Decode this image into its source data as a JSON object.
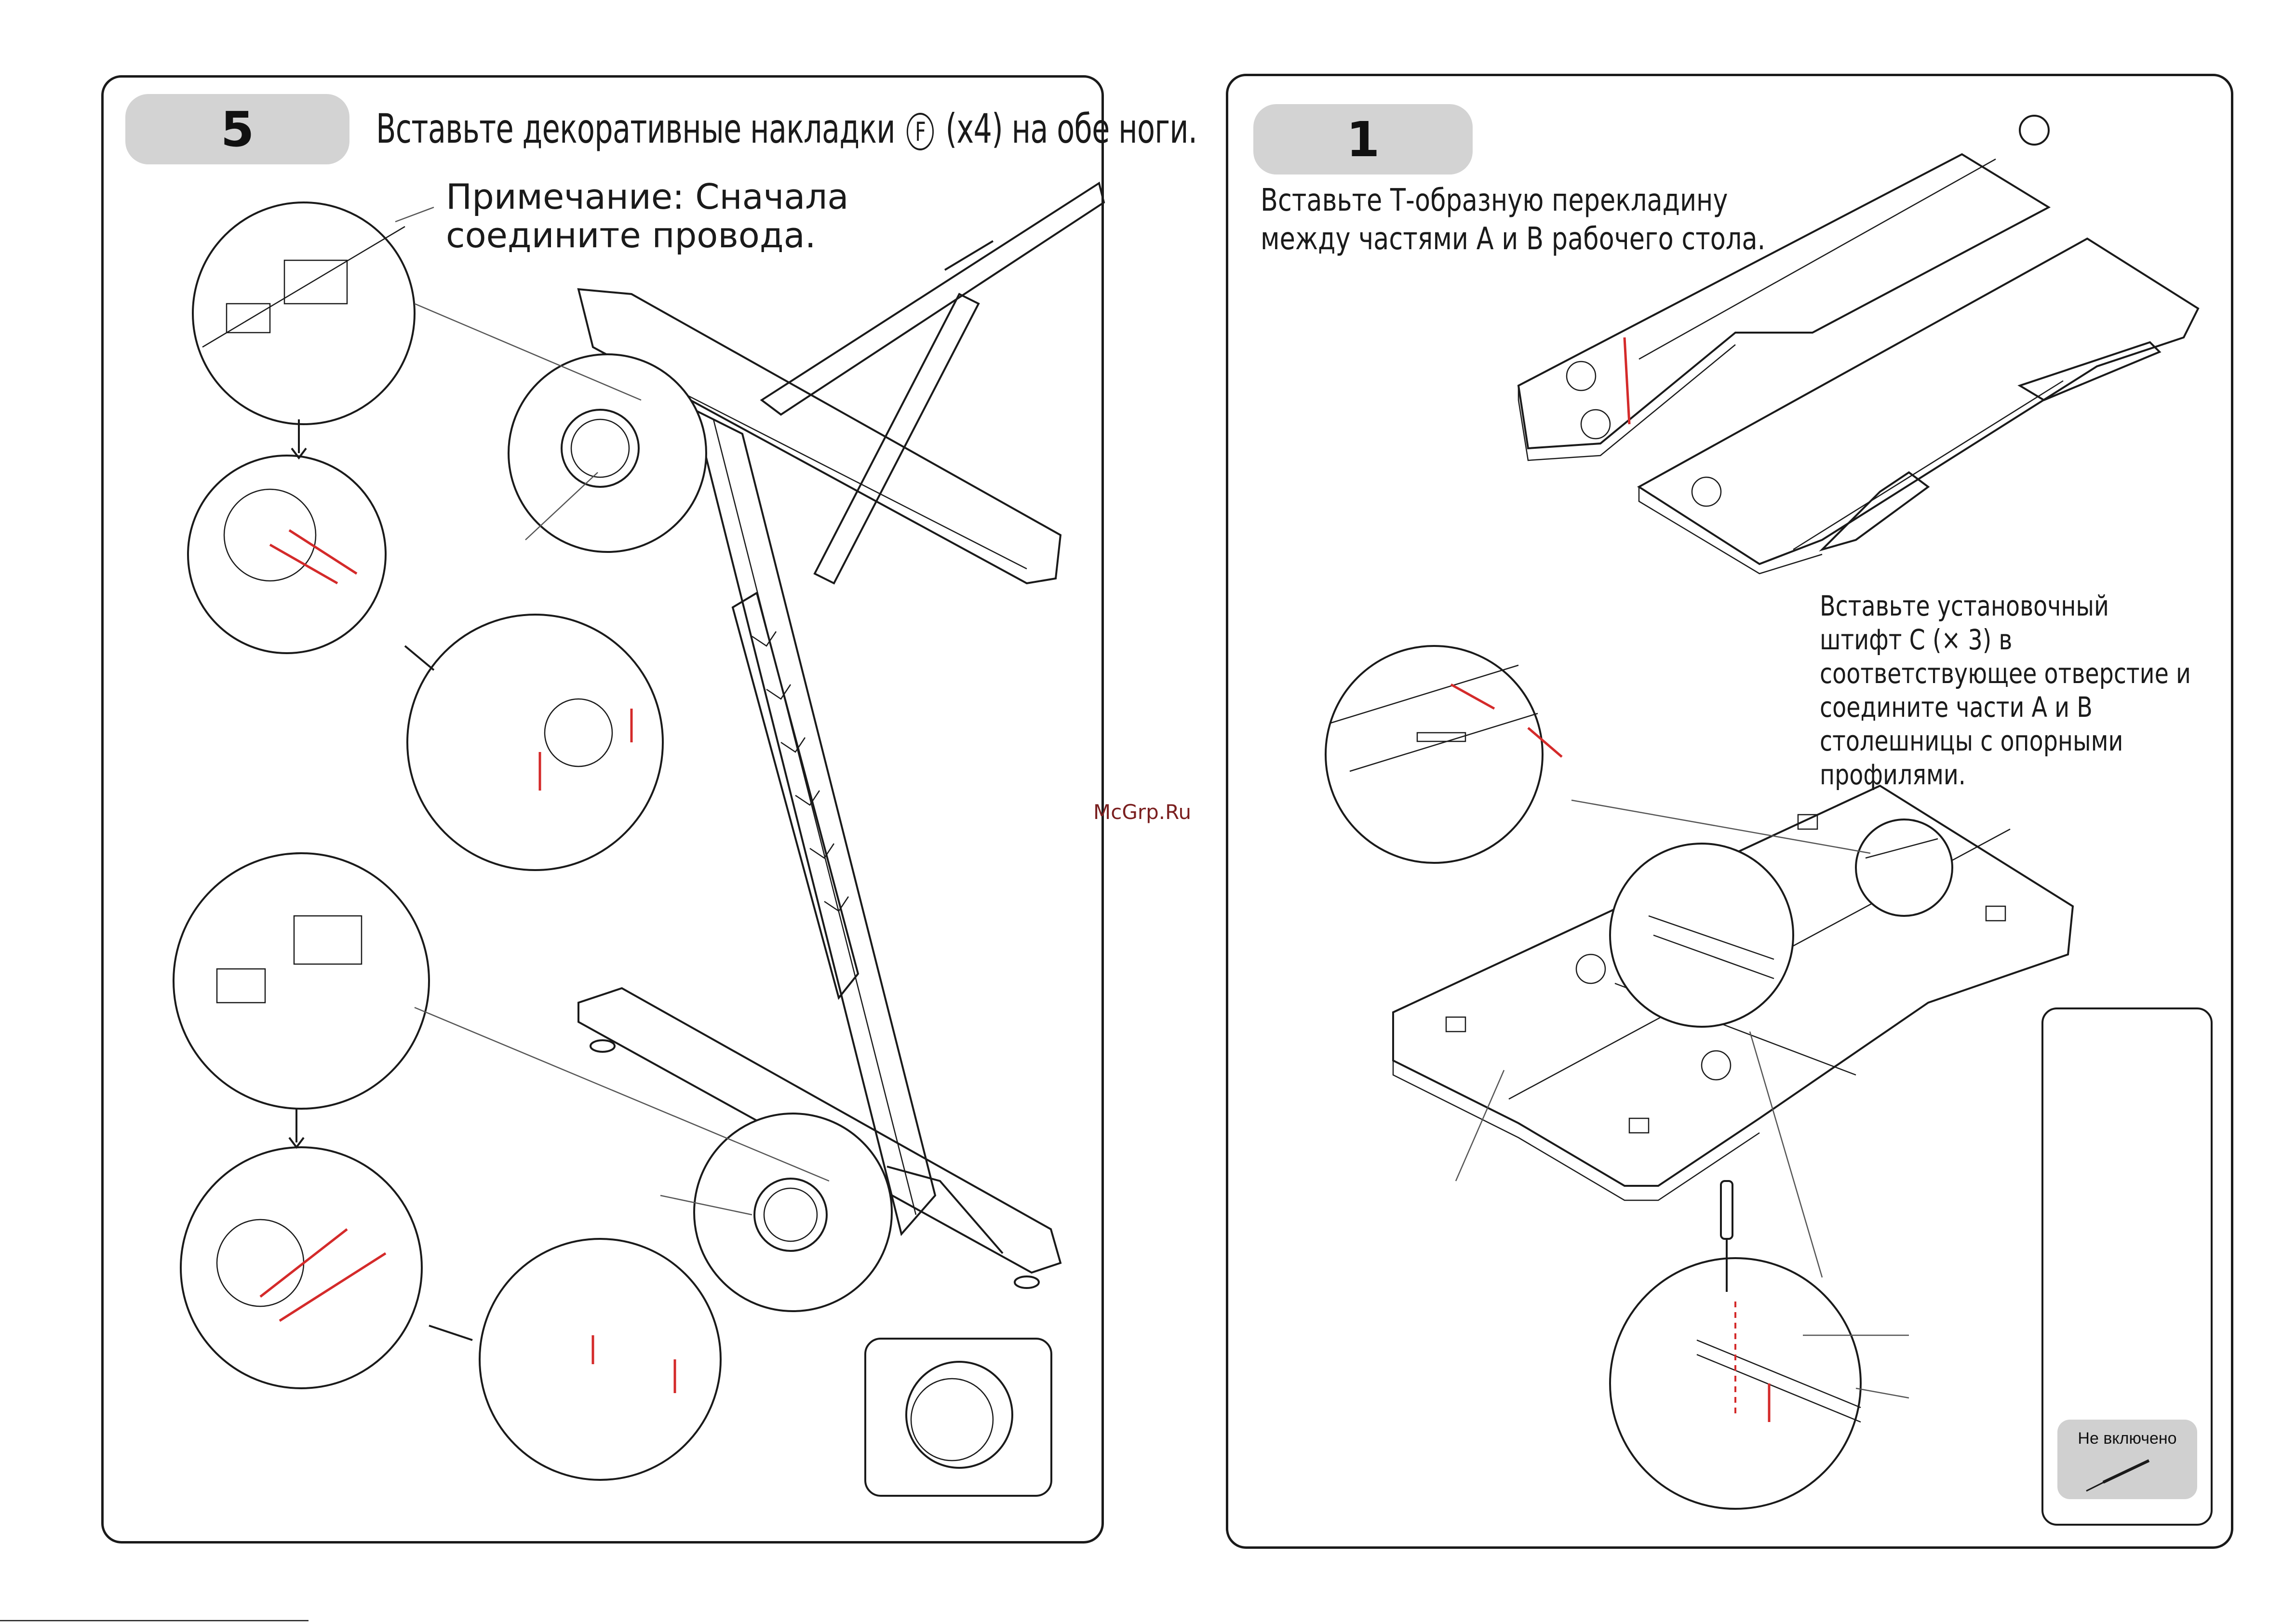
{
  "left_page": {
    "step_number": "5",
    "title_before_badge": "Вставьте декоративные накладки",
    "title_badge_letter": "F",
    "title_after_badge": "(x4) на обе ноги.",
    "note": "Примечание: Сначала соедините провода."
  },
  "right_page": {
    "step_number": "1",
    "title": "Вставьте Т-образную перекладину между частями А и В рабочего стола.",
    "pin_instruction": "Вставьте установочный штифт С (× 3) в соответствующее отверстие и соедините части А и В столешницы с опорными профилями.",
    "not_included_label": "Не включено"
  },
  "watermark": "McGrp.Ru",
  "colors": {
    "badge_gray": "#d3d3d3",
    "arrow_red": "#d42a2a",
    "line": "#1a1a1a"
  },
  "icons": [
    "screwdriver-icon",
    "arrow-down-icon"
  ]
}
